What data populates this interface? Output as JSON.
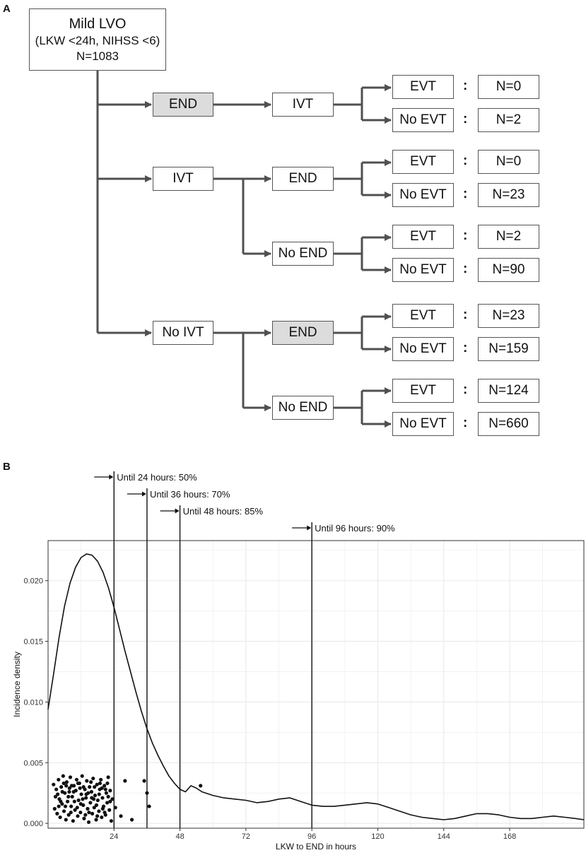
{
  "panel_a": {
    "label": "A",
    "root": {
      "line1": "Mild LVO",
      "line2": "(LKW <24h, NIHSS <6)",
      "line3": "N=1083"
    },
    "nodes": {
      "end_first": "END",
      "ivt_after_end": "IVT",
      "ivt_first": "IVT",
      "end_after_ivt": "END",
      "noend_after_ivt": "No END",
      "noivt": "No IVT",
      "end_after_noivt": "END",
      "noend_after_noivt": "No END"
    },
    "outcomes": [
      {
        "label": "EVT",
        "n": "N=0"
      },
      {
        "label": "No EVT",
        "n": "N=2"
      },
      {
        "label": "EVT",
        "n": "N=0"
      },
      {
        "label": "No EVT",
        "n": "N=23"
      },
      {
        "label": "EVT",
        "n": "N=2"
      },
      {
        "label": "No EVT",
        "n": "N=90"
      },
      {
        "label": "EVT",
        "n": "N=23"
      },
      {
        "label": "No EVT",
        "n": "N=159"
      },
      {
        "label": "EVT",
        "n": "N=124"
      },
      {
        "label": "No EVT",
        "n": "N=660"
      }
    ],
    "colon": ":"
  },
  "colors": {
    "line": "#505050",
    "shaded": "#dcdcdc",
    "grid": "#ebebeb"
  },
  "chart_data": {
    "type": "line",
    "panel_label": "B",
    "xlabel": "LKW to END in hours",
    "ylabel": "Incidence density",
    "xlim": [
      0,
      195
    ],
    "ylim": [
      -0.0004,
      0.0233
    ],
    "xticks": [
      24,
      48,
      72,
      96,
      120,
      144,
      168
    ],
    "yticks": [
      0.0,
      0.005,
      0.01,
      0.015,
      0.02
    ],
    "ytick_labels": [
      "0.000",
      "0.005",
      "0.010",
      "0.015",
      "0.020"
    ],
    "grid": true,
    "density_curve": {
      "x": [
        0,
        2,
        4,
        6,
        8,
        10,
        12,
        14,
        16,
        18,
        20,
        22,
        24,
        26,
        28,
        30,
        32,
        34,
        36,
        38,
        40,
        42,
        44,
        46,
        48,
        50,
        52,
        54,
        56,
        60,
        64,
        68,
        72,
        76,
        80,
        84,
        88,
        92,
        96,
        100,
        104,
        108,
        112,
        116,
        120,
        124,
        128,
        132,
        136,
        140,
        144,
        148,
        152,
        156,
        160,
        164,
        168,
        172,
        176,
        180,
        184,
        188,
        192,
        195
      ],
      "y": [
        0.0094,
        0.0123,
        0.0153,
        0.0179,
        0.0198,
        0.0211,
        0.0219,
        0.0222,
        0.0221,
        0.0216,
        0.0207,
        0.0194,
        0.0178,
        0.016,
        0.0142,
        0.0125,
        0.0108,
        0.0092,
        0.0078,
        0.0066,
        0.0056,
        0.0047,
        0.0039,
        0.0033,
        0.0028,
        0.0026,
        0.0031,
        0.0029,
        0.0026,
        0.0023,
        0.0021,
        0.002,
        0.0019,
        0.0017,
        0.0018,
        0.002,
        0.0021,
        0.0018,
        0.0015,
        0.0014,
        0.0014,
        0.0015,
        0.0016,
        0.0017,
        0.0016,
        0.0013,
        0.001,
        0.0007,
        0.0005,
        0.0004,
        0.0003,
        0.0004,
        0.0006,
        0.0008,
        0.0008,
        0.0007,
        0.0005,
        0.0004,
        0.0004,
        0.0005,
        0.0006,
        0.0005,
        0.0004,
        0.0003
      ]
    },
    "vertical_lines": [
      {
        "x": 24,
        "label": "Until 24 hours: 50%"
      },
      {
        "x": 36,
        "label": "Until 36 hours: 70%"
      },
      {
        "x": 48,
        "label": "Until 48 hours: 85%"
      },
      {
        "x": 96,
        "label": "Until 96 hours: 90%"
      }
    ],
    "points": [
      [
        2.0,
        0.0032
      ],
      [
        2.4,
        0.0012
      ],
      [
        3.0,
        0.0028
      ],
      [
        3.3,
        0.0008
      ],
      [
        3.8,
        0.0036
      ],
      [
        4.1,
        0.002
      ],
      [
        4.4,
        0.0005
      ],
      [
        4.8,
        0.003
      ],
      [
        5.1,
        0.0016
      ],
      [
        5.5,
        0.0039
      ],
      [
        5.8,
        0.001
      ],
      [
        6.1,
        0.0025
      ],
      [
        6.5,
        0.0003
      ],
      [
        6.8,
        0.0034
      ],
      [
        7.1,
        0.0018
      ],
      [
        7.5,
        0.0007
      ],
      [
        7.8,
        0.0029
      ],
      [
        8.1,
        0.0038
      ],
      [
        8.4,
        0.0014
      ],
      [
        8.8,
        0.0022
      ],
      [
        9.1,
        0.0002
      ],
      [
        9.4,
        0.0031
      ],
      [
        9.8,
        0.0011
      ],
      [
        10.1,
        0.0027
      ],
      [
        10.4,
        0.0036
      ],
      [
        10.8,
        0.0006
      ],
      [
        11.1,
        0.0019
      ],
      [
        11.4,
        0.0033
      ],
      [
        11.8,
        0.0009
      ],
      [
        12.1,
        0.0024
      ],
      [
        12.4,
        0.0039
      ],
      [
        12.8,
        0.0015
      ],
      [
        13.1,
        0.0004
      ],
      [
        13.4,
        0.0028
      ],
      [
        13.8,
        0.0021
      ],
      [
        14.1,
        0.0035
      ],
      [
        14.4,
        0.0012
      ],
      [
        14.8,
        0.0001
      ],
      [
        15.1,
        0.003
      ],
      [
        15.4,
        0.0017
      ],
      [
        15.8,
        0.0026
      ],
      [
        16.1,
        0.0008
      ],
      [
        16.4,
        0.0037
      ],
      [
        16.8,
        0.0013
      ],
      [
        17.1,
        0.0023
      ],
      [
        17.5,
        0.0003
      ],
      [
        17.8,
        0.0032
      ],
      [
        18.1,
        0.0019
      ],
      [
        18.5,
        0.001
      ],
      [
        18.8,
        0.0028
      ],
      [
        19.2,
        0.0036
      ],
      [
        19.5,
        0.0005
      ],
      [
        19.8,
        0.0021
      ],
      [
        20.2,
        0.0014
      ],
      [
        20.5,
        0.0031
      ],
      [
        20.9,
        0.0007
      ],
      [
        21.2,
        0.0025
      ],
      [
        21.5,
        0.0017
      ],
      [
        21.9,
        0.0038
      ],
      [
        22.3,
        0.0011
      ],
      [
        22.6,
        0.0027
      ],
      [
        23.0,
        0.0002
      ],
      [
        23.4,
        0.002
      ],
      [
        3.5,
        0.0024
      ],
      [
        5.2,
        0.0026
      ],
      [
        6.3,
        0.0014
      ],
      [
        7.4,
        0.0022
      ],
      [
        8.6,
        0.0031
      ],
      [
        9.6,
        0.0018
      ],
      [
        10.6,
        0.0013
      ],
      [
        11.6,
        0.0029
      ],
      [
        12.6,
        0.002
      ],
      [
        13.6,
        0.0007
      ],
      [
        14.6,
        0.0025
      ],
      [
        15.6,
        0.0034
      ],
      [
        16.6,
        0.002
      ],
      [
        17.6,
        0.0015
      ],
      [
        18.6,
        0.0024
      ],
      [
        19.6,
        0.0029
      ],
      [
        20.6,
        0.0009
      ],
      [
        21.6,
        0.0033
      ],
      [
        22.6,
        0.0018
      ],
      [
        4.6,
        0.0018
      ],
      [
        6.6,
        0.0031
      ],
      [
        8.3,
        0.0009
      ],
      [
        9.3,
        0.0026
      ],
      [
        10.9,
        0.0033
      ],
      [
        11.9,
        0.0016
      ],
      [
        12.9,
        0.003
      ],
      [
        13.9,
        0.0024
      ],
      [
        14.9,
        0.0009
      ],
      [
        15.9,
        0.0021
      ],
      [
        16.9,
        0.003
      ],
      [
        17.9,
        0.0006
      ],
      [
        18.9,
        0.0033
      ],
      [
        19.9,
        0.0012
      ],
      [
        20.9,
        0.0028
      ],
      [
        21.9,
        0.0022
      ],
      [
        2.7,
        0.0022
      ],
      [
        3.9,
        0.0014
      ],
      [
        5.7,
        0.0033
      ],
      [
        7.7,
        0.0026
      ],
      [
        24.5,
        0.0013
      ],
      [
        26.5,
        0.0006
      ],
      [
        28.0,
        0.0035
      ],
      [
        30.5,
        0.0003
      ],
      [
        35.0,
        0.0035
      ],
      [
        36.0,
        0.0025
      ],
      [
        36.8,
        0.0014
      ],
      [
        55.5,
        0.0031
      ]
    ]
  }
}
